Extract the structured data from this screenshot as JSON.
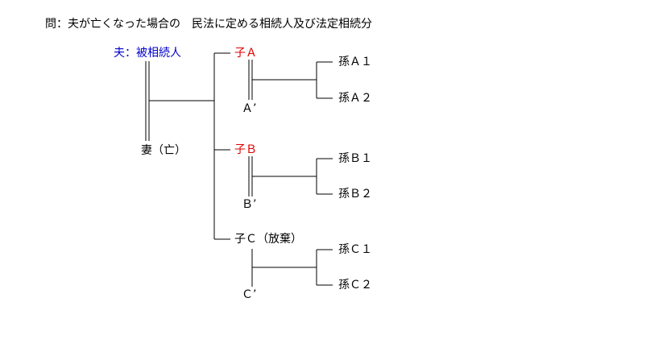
{
  "question": "問：夫が亡くなった場合の　民法に定める相続人及び法定相続分",
  "colors": {
    "deceased": "#0000cc",
    "heir": "#dd0000",
    "text": "#000000",
    "line": "#000000"
  },
  "persons": {
    "husband": "夫：被相続人",
    "wife": "妻（亡）",
    "childA": "子Ａ",
    "spouseA": "Ａ’",
    "childB": "子Ｂ",
    "spouseB": "Ｂ’",
    "childC": "子Ｃ（放棄）",
    "spouseC": "Ｃ’",
    "grandA1": "孫Ａ１",
    "grandA2": "孫Ａ２",
    "grandB1": "孫Ｂ１",
    "grandB2": "孫Ｂ２",
    "grandC1": "孫Ｃ１",
    "grandC2": "孫Ｃ２"
  }
}
